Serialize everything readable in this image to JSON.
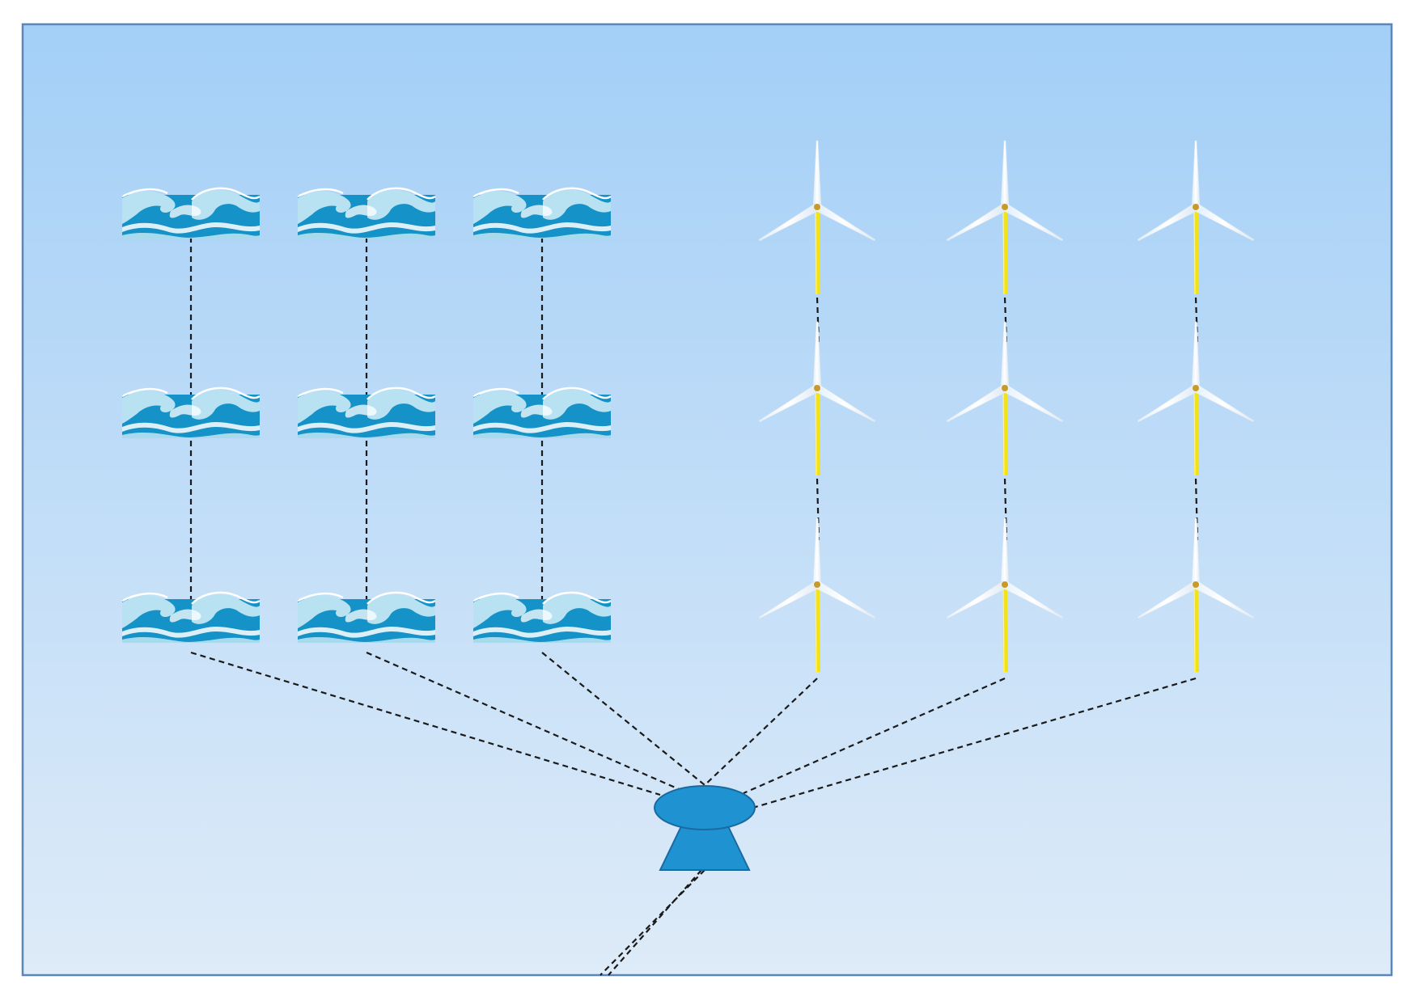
{
  "diagram": {
    "colors": {
      "sky_top": "#a3cff7",
      "sky_bottom": "#deebf8",
      "frame": "#5b86b8",
      "wave_dark": "#1592c7",
      "wave_light": "#b8e2f2",
      "hub_fill": "#1f93d2",
      "hub_stroke": "#1a6aa0",
      "tower": "#f3e316",
      "blade": "#ffffff",
      "cable": "#1a1a1a"
    },
    "wave_array": {
      "icon": "ocean-wave-icon",
      "columns": 3,
      "rows": 3,
      "connection": "dashed-cable-chain"
    },
    "wind_array": {
      "icon": "wind-turbine-icon",
      "columns": 3,
      "rows": 3,
      "connection": "dashed-cable-chain"
    },
    "hub": {
      "icon": "offshore-substation-icon",
      "connection": "dashed-cable-to-each-string"
    },
    "export_cable": {
      "lines": 2,
      "direction": "down-left"
    }
  }
}
